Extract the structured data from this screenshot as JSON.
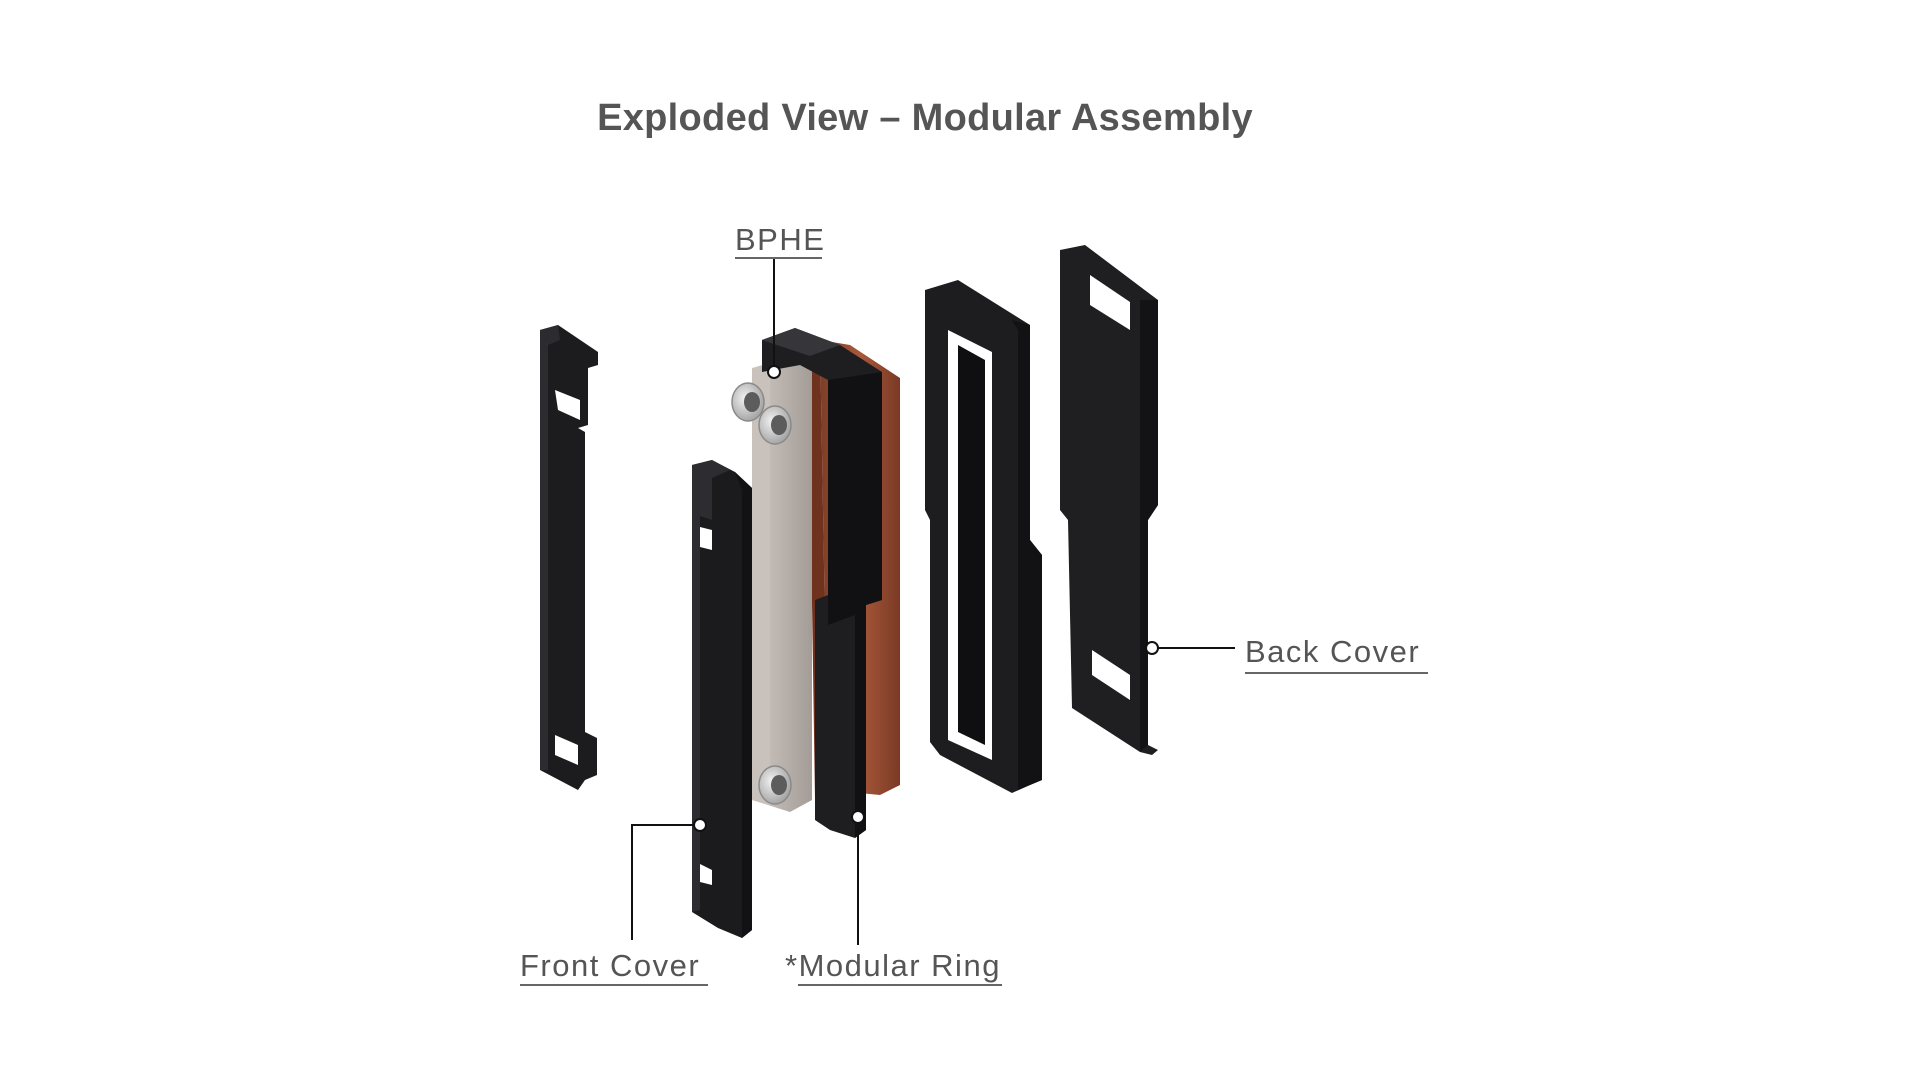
{
  "title": "Exploded View – Modular Assembly",
  "labels": {
    "bphe": "BPHE",
    "back_cover": "Back Cover",
    "front_cover": "Front Cover",
    "modular_ring": "*Modular Ring"
  },
  "colors": {
    "part_dark": "#1e1e20",
    "part_edge": "#2b2b2e",
    "plate_silver": "#b4aca6",
    "plate_copper": "#9a4f34",
    "text": "#555555"
  }
}
